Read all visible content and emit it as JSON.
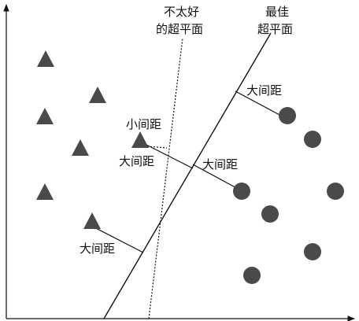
{
  "labels": {
    "bad_hyperplane_line1": "不太好",
    "bad_hyperplane_line2": "的超平面",
    "best_hyperplane_line1": "最佳",
    "best_hyperplane_line2": "超平面",
    "small_margin": "小间距",
    "large_margin_left": "大间距",
    "large_margin_center": "大间距",
    "large_margin_top_right": "大间距",
    "large_margin_bottom": "大间距"
  },
  "colors": {
    "marker_fill": "#4a4a4a",
    "line": "#111111",
    "background": "#ffffff"
  }
}
